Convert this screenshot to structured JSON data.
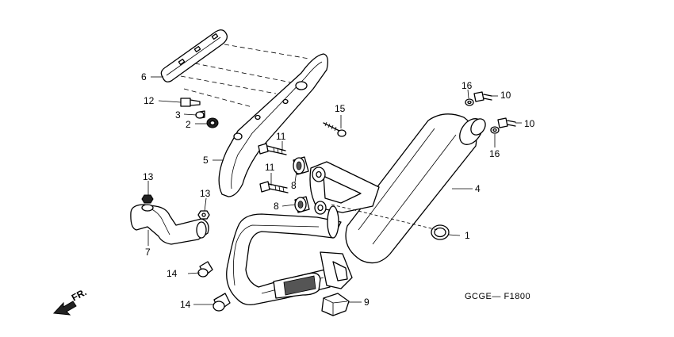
{
  "diagram": {
    "code": "GCGE— F1800",
    "direction_label": "FR.",
    "callouts": [
      {
        "id": "c1",
        "text": "1"
      },
      {
        "id": "c2",
        "text": "2"
      },
      {
        "id": "c3",
        "text": "3"
      },
      {
        "id": "c4",
        "text": "4"
      },
      {
        "id": "c5",
        "text": "5"
      },
      {
        "id": "c6",
        "text": "6"
      },
      {
        "id": "c7",
        "text": "7"
      },
      {
        "id": "c8a",
        "text": "8"
      },
      {
        "id": "c8b",
        "text": "8"
      },
      {
        "id": "c9",
        "text": "9"
      },
      {
        "id": "c10a",
        "text": "10"
      },
      {
        "id": "c10b",
        "text": "10"
      },
      {
        "id": "c11a",
        "text": "11"
      },
      {
        "id": "c11b",
        "text": "11"
      },
      {
        "id": "c12",
        "text": "12"
      },
      {
        "id": "c13a",
        "text": "13"
      },
      {
        "id": "c13b",
        "text": "13"
      },
      {
        "id": "c14a",
        "text": "14"
      },
      {
        "id": "c14b",
        "text": "14"
      },
      {
        "id": "c15",
        "text": "15"
      },
      {
        "id": "c16a",
        "text": "16"
      },
      {
        "id": "c16b",
        "text": "16"
      }
    ]
  }
}
